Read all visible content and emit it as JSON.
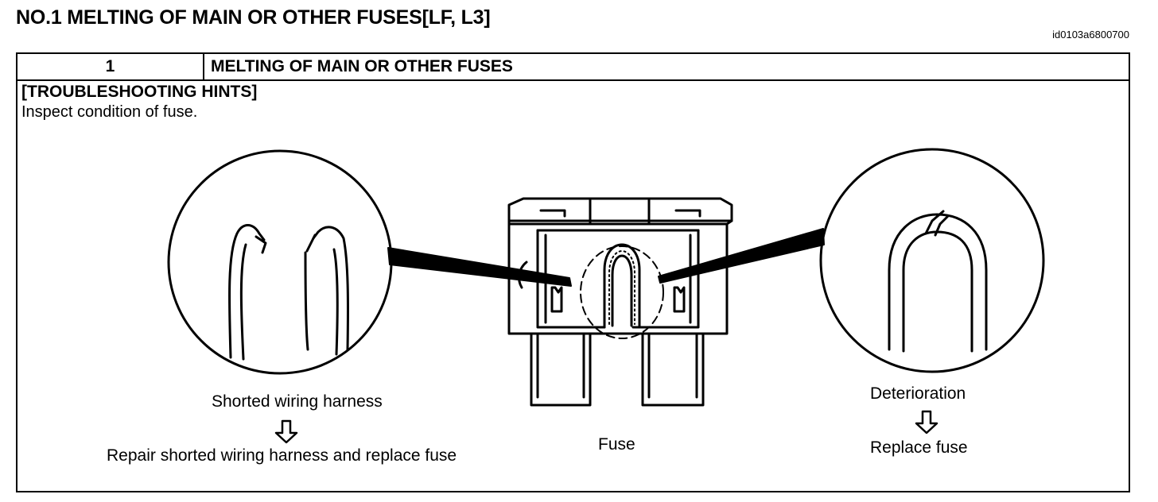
{
  "header": {
    "title": "NO.1 MELTING OF MAIN OR OTHER FUSES[LF, L3]",
    "doc_id": "id0103a6800700"
  },
  "step": {
    "number": "1",
    "title": "MELTING OF MAIN OR OTHER FUSES"
  },
  "hints": {
    "heading": "[TROUBLESHOOTING HINTS]",
    "text": "Inspect condition of fuse."
  },
  "illustration": {
    "left": {
      "cause": "Shorted wiring harness",
      "action": "Repair shorted wiring harness and replace fuse"
    },
    "center": {
      "label": "Fuse"
    },
    "right": {
      "cause": "Deterioration",
      "action": "Replace fuse"
    }
  }
}
